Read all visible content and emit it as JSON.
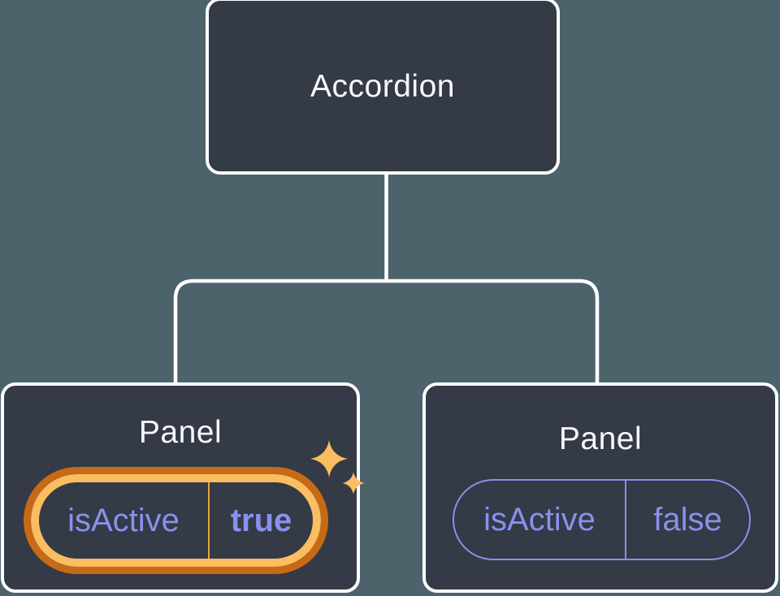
{
  "tree": {
    "root_label": "Accordion",
    "panels": [
      {
        "title": "Panel",
        "prop_name": "isActive",
        "prop_value": "true",
        "state": "active",
        "highlighted": true
      },
      {
        "title": "Panel",
        "prop_name": "isActive",
        "prop_value": "false",
        "state": "inactive",
        "highlighted": false
      }
    ]
  },
  "icons": [
    {
      "name": "sparkles-icon",
      "meaning": "state-change highlight on active panel prop"
    }
  ],
  "colors": {
    "background": "#4D636B",
    "node_fill": "#343A46",
    "node_border": "#FFFFFF",
    "connector_line": "#FFFFFF",
    "text_primary": "#F6F7F9",
    "prop_purple": "#8891EC",
    "highlight_ring_outer": "#C76A15",
    "highlight_ring_inner": "#FABD62",
    "highlight_divider": "#E9A23C",
    "sparkle": "#FABD62"
  }
}
